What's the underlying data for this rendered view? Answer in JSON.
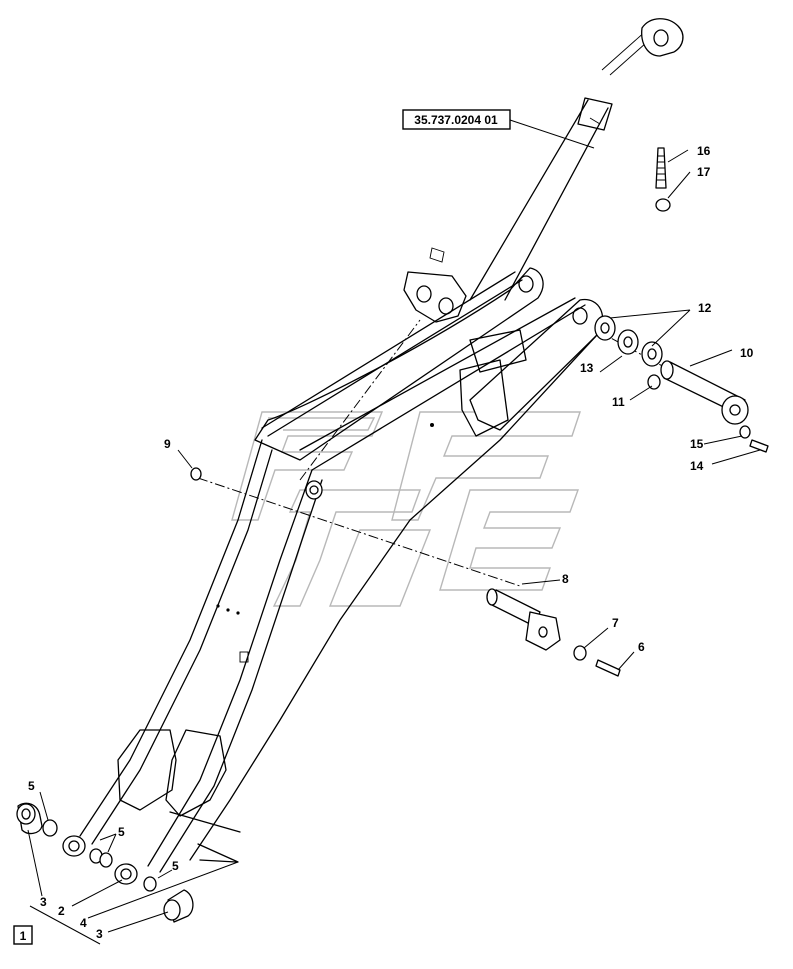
{
  "diagram": {
    "reference_label": "35.737.0204 01",
    "frame_label": "1",
    "callouts": [
      {
        "id": "c1",
        "text": "16"
      },
      {
        "id": "c2",
        "text": "17"
      },
      {
        "id": "c3",
        "text": "12"
      },
      {
        "id": "c4",
        "text": "10"
      },
      {
        "id": "c5",
        "text": "13"
      },
      {
        "id": "c6",
        "text": "11"
      },
      {
        "id": "c7",
        "text": "15"
      },
      {
        "id": "c8",
        "text": "14"
      },
      {
        "id": "c9",
        "text": "9"
      },
      {
        "id": "c10",
        "text": "8"
      },
      {
        "id": "c11",
        "text": "7"
      },
      {
        "id": "c12",
        "text": "6"
      },
      {
        "id": "c13",
        "text": "5"
      },
      {
        "id": "c14",
        "text": "5"
      },
      {
        "id": "c15",
        "text": "5"
      },
      {
        "id": "c16",
        "text": "3"
      },
      {
        "id": "c17",
        "text": "2"
      },
      {
        "id": "c18",
        "text": "4"
      },
      {
        "id": "c19",
        "text": "3"
      }
    ]
  }
}
